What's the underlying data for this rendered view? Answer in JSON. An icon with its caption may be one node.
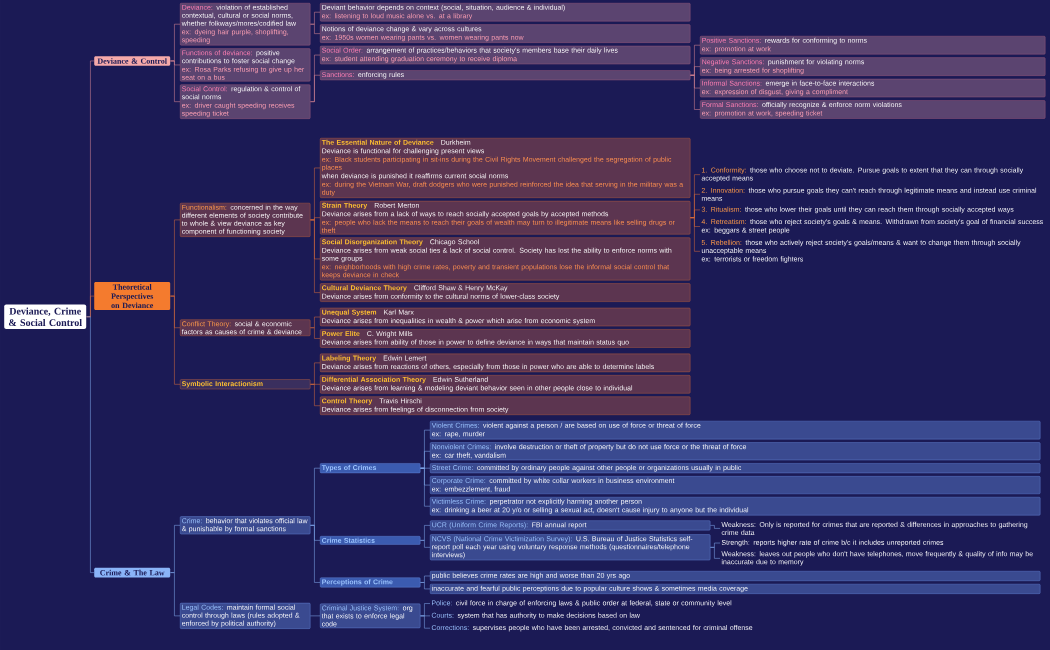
{
  "diagram": {
    "nodes": [
      {
        "text": [
          "Deviance, Crime & Social Control"
        ]
      },
      {
        "text": [
          "Deviance & Control"
        ]
      },
      {
        "text": [
          "Theoretical Perspectives on Deviance"
        ]
      },
      {
        "text": [
          "Crime & The Law"
        ]
      },
      {
        "text": [
          "Deviance:",
          "violation of established contextual, cultural or social norms, whether folkways/mores/codified law",
          "ex: dyeing hair purple, shoplifting, speeding"
        ]
      },
      {
        "text": [
          "Deviant behavior depends on context (social, situation, audience & individual)",
          "ex: listening to loud music alone vs. at a library"
        ]
      },
      {
        "text": [
          "Notions of deviance change & vary across cultures",
          "ex: 1950s women wearing pants vs. women wearing pants now"
        ]
      },
      {
        "text": [
          "Functions of deviance:",
          "positive contributions to foster social change",
          "ex: Rosa Parks refusing to give up her seat on a bus"
        ]
      },
      {
        "text": [
          "Social Control:",
          "regulation & control of social norms",
          "ex: driver caught speeding receives speeding ticket"
        ]
      },
      {
        "text": [
          "Social Order:",
          "arrangement of practices/behaviors that society's members base their daily lives",
          "ex: student attending graduation ceremony to receive diploma"
        ]
      },
      {
        "text": [
          "Sanctions:",
          "enforcing rules"
        ]
      },
      {
        "text": [
          "Positive Sanctions:",
          "rewards for conforming to norms",
          "ex: promotion at work"
        ]
      },
      {
        "text": [
          "Negative Sanctions:",
          "punishment for violating norms",
          "ex: being arrested for shoplifting"
        ]
      },
      {
        "text": [
          "Informal Sanctions:",
          "emerge in face-to-face interactions",
          "ex: expression of disgust, giving a compliment"
        ]
      },
      {
        "text": [
          "Formal Sanctions:",
          "officially recognize & enforce norm violations",
          "ex: promotion at work, speeding ticket"
        ]
      },
      {
        "text": [
          "Functionalism:",
          "concerned in the way different elements of society contribute to whole & view deviance as key component of functioning society"
        ]
      },
      {
        "text": [
          "The Essential Nature of Deviance",
          "Durkheim",
          "Deviance is functional for challenging present views",
          "ex: Black students participating in sit-ins during the Civil Rights Movement challenged the segregation of public places",
          "when deviance is punished it reaffirms current social norms",
          "ex: during the Vietnam War, draft dodgers who were punished reinforced the idea that serving in the military was a duty"
        ]
      },
      {
        "text": [
          "Strain Theory",
          "Robert Merton",
          "Deviance arises from a lack of ways to reach socially accepted goals by accepted methods",
          "ex: people who lack the means to reach their goals of wealth may turn to illegitimate means like selling drugs or theft"
        ]
      },
      {
        "text": [
          "1. Conformity:",
          "those who choose not to deviate. Pursue goals to extent that they can through socially accepted means"
        ]
      },
      {
        "text": [
          "2. Innovation:",
          "those who pursue goals they can't reach through legitimate means and instead use criminal means"
        ]
      },
      {
        "text": [
          "3. Ritualism:",
          "those who lower their goals until they can reach them through socially accepted ways"
        ]
      },
      {
        "text": [
          "4. Retreatism:",
          "those who reject society's goals & means. Withdrawn from society's goal of financial success",
          "ex: beggars & street people"
        ]
      },
      {
        "text": [
          "5. Rebellion:",
          "those who actively reject society's goals/means & want to change them through socially unacceptable means",
          "ex: terrorists or freedom fighters"
        ]
      },
      {
        "text": [
          "Social Disorganization Theory",
          "Chicago School",
          "Deviance arises from weak social ties & lack of social control. Society has lost the ability to enforce norms with some groups",
          "ex: neighborhoods with high crime rates, poverty and transient populations lose the informal social control that keeps deviance in check"
        ]
      },
      {
        "text": [
          "Cultural Deviance Theory",
          "Clifford Shaw & Henry McKay",
          "Deviance arises from conformity to the cultural norms of lower-class society"
        ]
      },
      {
        "text": [
          "Conflict Theory:",
          "social & economic factors as causes of crime & deviance"
        ]
      },
      {
        "text": [
          "Unequal System",
          "Karl Marx",
          "Deviance arises from inequalities in wealth & power which arise from economic system"
        ]
      },
      {
        "text": [
          "Power Elite",
          "C. Wright Mills",
          "Deviance arises from ability of those in power to define deviance in ways that maintain status quo"
        ]
      },
      {
        "text": [
          "Symbolic Interactionism"
        ]
      },
      {
        "text": [
          "Labeling Theory",
          "Edwin Lemert",
          "Deviance arises from reactions of others, especially from those in power who are able to determine labels"
        ]
      },
      {
        "text": [
          "Differential Association Theory",
          "Edwin Sutherland",
          "Deviance arises from learning & modeling deviant behavior seen in other people close to individual"
        ]
      },
      {
        "text": [
          "Control Theory",
          "Travis Hirschi",
          "Deviance arises from feelings of disconnection from society"
        ]
      },
      {
        "text": [
          "Crime:",
          "behavior that violates official law & punishable by formal sanctions"
        ]
      },
      {
        "text": [
          "Types of Crimes"
        ]
      },
      {
        "text": [
          "Violent Crimes:",
          "violent against a person / are based on use of force or threat of force",
          "ex: rape, murder"
        ]
      },
      {
        "text": [
          "Nonviolent Crimes:",
          "involve destruction or theft of property but do not use force or the threat of force",
          "ex: car theft, vandalism"
        ]
      },
      {
        "text": [
          "Street Crime:",
          "committed by ordinary people against other people or organizations usually in public"
        ]
      },
      {
        "text": [
          "Corporate Crime:",
          "committed by white collar workers in business environment",
          "ex: embezzlement, fraud"
        ]
      },
      {
        "text": [
          "Victimless Crime:",
          "perpetrator not explicitly harming another person",
          "ex: drinking a beer at 20 y/o or selling a sexual act, doesn't cause injury to anyone but the individual"
        ]
      },
      {
        "text": [
          "Crime Statistics"
        ]
      },
      {
        "text": [
          "UCR (Uniform Crime Reports):",
          "FBI annual report"
        ]
      },
      {
        "text": [
          "Weakness: Only is reported for crimes that are reported & differences in approaches to gathering crime data"
        ]
      },
      {
        "text": [
          "NCVS (National Crime Victimization Survey):",
          "U.S. Bureau of Justice Statistics self-report poll each year using voluntary response methods (questionnaires/telephone interviews)"
        ]
      },
      {
        "text": [
          "Strength: reports higher rate of crime b/c it includes unreported crimes"
        ]
      },
      {
        "text": [
          "Weakness: leaves out people who don't have telephones, move frequently & quality of info may be inaccurate due to memory"
        ]
      },
      {
        "text": [
          "Perceptions of Crime"
        ]
      },
      {
        "text": [
          "public believes crime rates are high and worse than 20 yrs ago"
        ]
      },
      {
        "text": [
          "inaccurate and fearful public perceptions due to popular culture shows & sometimes media coverage"
        ]
      },
      {
        "text": [
          "Legal Codes:",
          "maintain formal social control through laws (rules adopted & enforced by political authority)"
        ]
      },
      {
        "text": [
          "Criminal Justice System:",
          "org that exists to enforce legal code"
        ]
      },
      {
        "text": [
          "Police:",
          "civil force in charge of enforcing laws & public order at federal, state or community level"
        ]
      },
      {
        "text": [
          "Courts:",
          "system that has authority to make decisions based on law"
        ]
      },
      {
        "text": [
          "Corrections:",
          "supervises people who have been arrested, convicted and sentenced for criminal offense"
        ]
      }
    ],
    "edges": [
      {
        "from": 0,
        "to": 1,
        "arrow": "none",
        "color": "#e8909a"
      },
      {
        "from": 0,
        "to": 2,
        "arrow": "none",
        "color": "#e0703a"
      },
      {
        "from": 0,
        "to": 3,
        "arrow": "none",
        "color": "#8ab4f8"
      },
      {
        "from": 1,
        "to": 4,
        "arrow": "none",
        "color": "#e8909a"
      },
      {
        "from": 1,
        "to": 7,
        "arrow": "none",
        "color": "#e8909a"
      },
      {
        "from": 1,
        "to": 8,
        "arrow": "none",
        "color": "#e8909a"
      },
      {
        "from": 4,
        "to": 5,
        "arrow": "none",
        "color": "#e8909a"
      },
      {
        "from": 4,
        "to": 6,
        "arrow": "none",
        "color": "#e8909a"
      },
      {
        "from": 8,
        "to": 9,
        "arrow": "none",
        "color": "#e8909a"
      },
      {
        "from": 8,
        "to": 10,
        "arrow": "none",
        "color": "#e8909a"
      },
      {
        "from": 10,
        "to": 11,
        "arrow": "none",
        "color": "#e8909a"
      },
      {
        "from": 10,
        "to": 12,
        "arrow": "none",
        "color": "#e8909a"
      },
      {
        "from": 10,
        "to": 13,
        "arrow": "none",
        "color": "#e8909a"
      },
      {
        "from": 10,
        "to": 14,
        "arrow": "none",
        "color": "#e8909a"
      },
      {
        "from": 2,
        "to": 15,
        "arrow": "none",
        "color": "#e0703a"
      },
      {
        "from": 2,
        "to": 25,
        "arrow": "none",
        "color": "#e0703a"
      },
      {
        "from": 2,
        "to": 28,
        "arrow": "none",
        "color": "#e0703a"
      },
      {
        "from": 15,
        "to": 16,
        "arrow": "none",
        "color": "#e0703a"
      },
      {
        "from": 15,
        "to": 17,
        "arrow": "none",
        "color": "#e0703a"
      },
      {
        "from": 15,
        "to": 23,
        "arrow": "none",
        "color": "#e0703a"
      },
      {
        "from": 15,
        "to": 24,
        "arrow": "none",
        "color": "#e0703a"
      },
      {
        "from": 17,
        "to": 18,
        "arrow": "none",
        "color": "#e0703a"
      },
      {
        "from": 17,
        "to": 19,
        "arrow": "none",
        "color": "#e0703a"
      },
      {
        "from": 17,
        "to": 20,
        "arrow": "none",
        "color": "#e0703a"
      },
      {
        "from": 17,
        "to": 21,
        "arrow": "none",
        "color": "#e0703a"
      },
      {
        "from": 17,
        "to": 22,
        "arrow": "none",
        "color": "#e0703a"
      },
      {
        "from": 25,
        "to": 26,
        "arrow": "none",
        "color": "#e0703a"
      },
      {
        "from": 25,
        "to": 27,
        "arrow": "none",
        "color": "#e0703a"
      },
      {
        "from": 28,
        "to": 29,
        "arrow": "none",
        "color": "#e0703a"
      },
      {
        "from": 28,
        "to": 30,
        "arrow": "none",
        "color": "#e0703a"
      },
      {
        "from": 28,
        "to": 31,
        "arrow": "none",
        "color": "#e0703a"
      },
      {
        "from": 3,
        "to": 32,
        "arrow": "none",
        "color": "#8ab4f8"
      },
      {
        "from": 3,
        "to": 48,
        "arrow": "none",
        "color": "#8ab4f8"
      },
      {
        "from": 32,
        "to": 33,
        "arrow": "none",
        "color": "#8ab4f8"
      },
      {
        "from": 32,
        "to": 39,
        "arrow": "none",
        "color": "#8ab4f8"
      },
      {
        "from": 32,
        "to": 45,
        "arrow": "none",
        "color": "#8ab4f8"
      },
      {
        "from": 33,
        "to": 34,
        "arrow": "none",
        "color": "#8ab4f8"
      },
      {
        "from": 33,
        "to": 35,
        "arrow": "none",
        "color": "#8ab4f8"
      },
      {
        "from": 33,
        "to": 36,
        "arrow": "none",
        "color": "#8ab4f8"
      },
      {
        "from": 33,
        "to": 37,
        "arrow": "none",
        "color": "#8ab4f8"
      },
      {
        "from": 33,
        "to": 38,
        "arrow": "none",
        "color": "#8ab4f8"
      },
      {
        "from": 39,
        "to": 40,
        "arrow": "none",
        "color": "#8ab4f8"
      },
      {
        "from": 39,
        "to": 42,
        "arrow": "none",
        "color": "#8ab4f8"
      },
      {
        "from": 40,
        "to": 41,
        "arrow": "none",
        "color": "#8ab4f8"
      },
      {
        "from": 42,
        "to": 43,
        "arrow": "none",
        "color": "#8ab4f8"
      },
      {
        "from": 42,
        "to": 44,
        "arrow": "none",
        "color": "#8ab4f8"
      },
      {
        "from": 45,
        "to": 46,
        "arrow": "none",
        "color": "#8ab4f8"
      },
      {
        "from": 45,
        "to": 47,
        "arrow": "none",
        "color": "#8ab4f8"
      },
      {
        "from": 48,
        "to": 49,
        "arrow": "none",
        "color": "#8ab4f8"
      },
      {
        "from": 49,
        "to": 50,
        "arrow": "none",
        "color": "#8ab4f8"
      },
      {
        "from": 49,
        "to": 51,
        "arrow": "none",
        "color": "#8ab4f8"
      },
      {
        "from": 49,
        "to": 52,
        "arrow": "none",
        "color": "#8ab4f8"
      }
    ]
  }
}
